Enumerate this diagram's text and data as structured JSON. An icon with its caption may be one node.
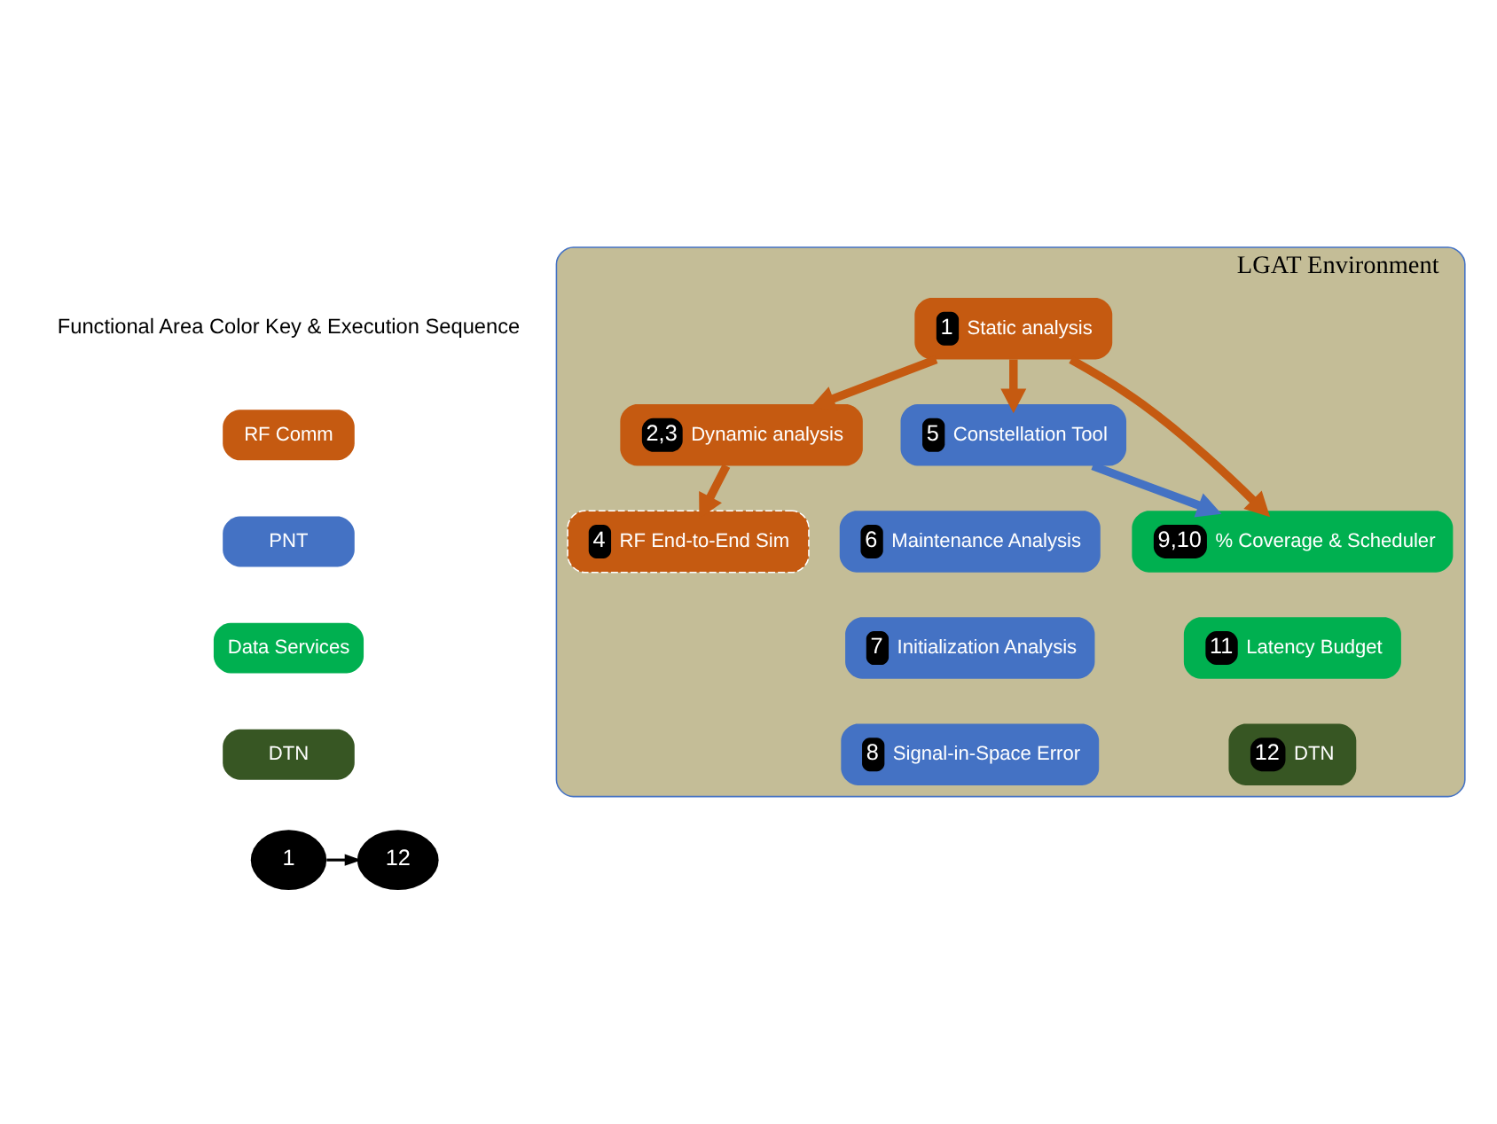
{
  "diagram": {
    "nodes": [
      {
        "text": [
          "LGAT Environment"
        ]
      },
      {
        "text": [
          "1",
          "Static analysis"
        ],
        "in": 0
      },
      {
        "text": [
          "2,3",
          "Dynamic analysis"
        ],
        "in": 0
      },
      {
        "text": [
          "4",
          "RF End-to-End Sim"
        ],
        "in": 0
      },
      {
        "text": [
          "5",
          "Constellation Tool"
        ],
        "in": 0
      },
      {
        "text": [
          "6",
          "Maintenance Analysis"
        ],
        "in": 0
      },
      {
        "text": [
          "7",
          "Initialization Analysis"
        ],
        "in": 0
      },
      {
        "text": [
          "8",
          "Signal-in-Space Error"
        ],
        "in": 0
      },
      {
        "text": [
          "9,10",
          "% Coverage & Scheduler"
        ],
        "in": 0
      },
      {
        "text": [
          "11",
          "Latency Budget"
        ],
        "in": 0
      },
      {
        "text": [
          "12",
          "DTN"
        ],
        "in": 0
      },
      {
        "text": [
          "1"
        ]
      },
      {
        "text": [
          "12"
        ]
      }
    ],
    "edges": [
      {
        "from": 1,
        "to": 2,
        "arrow": "to"
      },
      {
        "from": 1,
        "to": 4,
        "arrow": "to"
      },
      {
        "from": 1,
        "to": 8,
        "arrow": "to"
      },
      {
        "from": 2,
        "to": 3,
        "arrow": "to"
      },
      {
        "from": 4,
        "to": 8,
        "arrow": "to",
        "color": "#4472c4"
      },
      {
        "from": 11,
        "to": 12,
        "arrow": "to",
        "color": "#000000"
      }
    ],
    "labels": [
      "Functional Area Color Key & Execution Sequence"
    ],
    "legend": [
      {
        "text": "RF Comm",
        "color": "#c55a11"
      },
      {
        "text": "PNT",
        "color": "#4472c4"
      },
      {
        "text": "Data Services",
        "color": "#00b050"
      },
      {
        "text": "DTN",
        "color": "#375623"
      }
    ]
  }
}
